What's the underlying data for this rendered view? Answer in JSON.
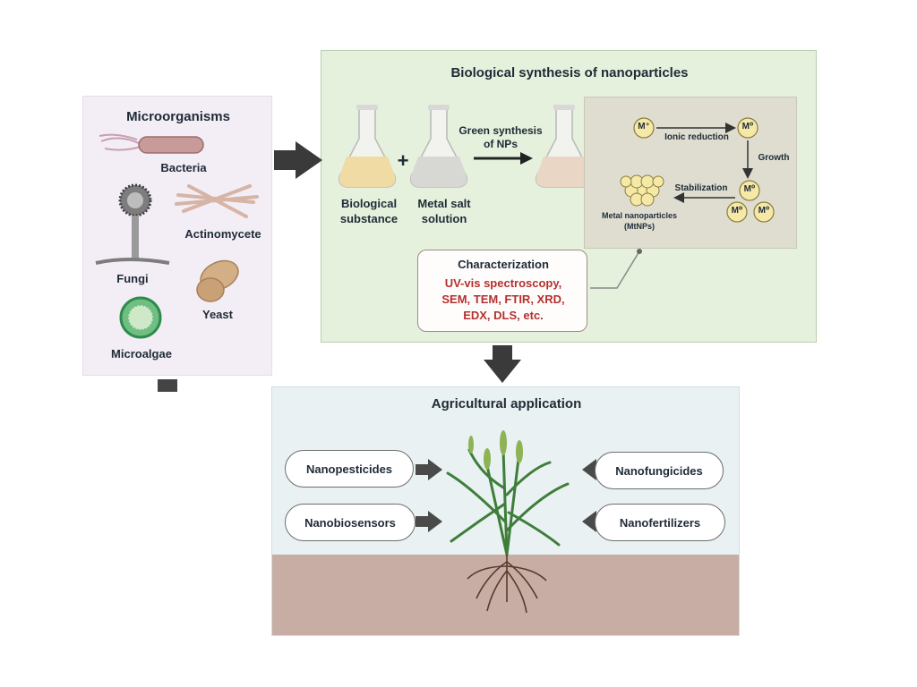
{
  "microorganisms": {
    "title": "Microorganisms",
    "items": [
      "Bacteria",
      "Actinomycete",
      "Fungi",
      "Yeast",
      "Microalgae"
    ]
  },
  "synthesis": {
    "title": "Biological synthesis of nanoparticles",
    "flask1_label": [
      "Biological",
      "substance"
    ],
    "plus": "+",
    "flask2_label": [
      "Metal salt",
      "solution"
    ],
    "green_synthesis": [
      "Green synthesis",
      "of NPs"
    ],
    "mechanism": {
      "m_plus": "M⁺",
      "m_zero": "M⁰",
      "ionic_reduction": "Ionic reduction",
      "growth": "Growth",
      "stabilization": "Stabilization",
      "result": [
        "Metal nanoparticles",
        "(MtNPs)"
      ]
    },
    "characterization": {
      "title": "Characterization",
      "lines": [
        "UV-vis spectroscopy,",
        "SEM, TEM, FTIR,  XRD,",
        "EDX, DLS, etc."
      ]
    }
  },
  "agriculture": {
    "title": "Agricultural application",
    "left": [
      "Nanopesticides",
      "Nanobiosensors"
    ],
    "right": [
      "Nanofungicides",
      "Nanofertilizers"
    ]
  },
  "colors": {
    "synthesis_panel": "#e5f1dd",
    "micro_panel": "#f3eef6",
    "agri_panel": "#e9f1f2",
    "soil": "#c7ada4",
    "characterization_text": "#b5302f",
    "arrows": "#3a3a3a"
  }
}
